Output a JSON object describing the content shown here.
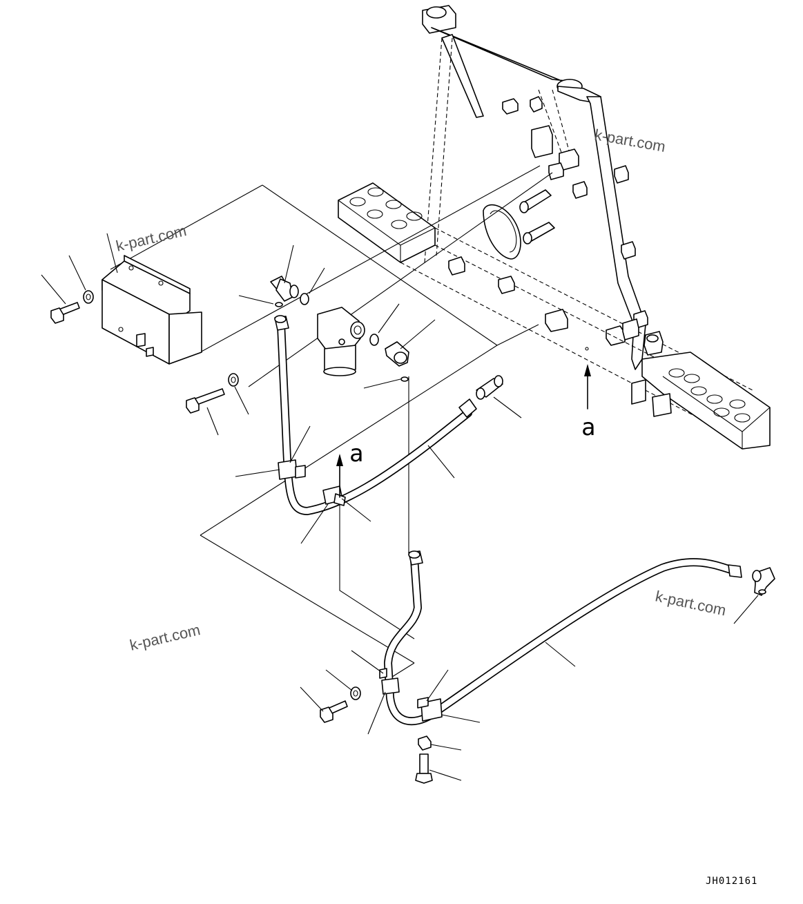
{
  "diagram": {
    "watermarks": [
      "k-part.com",
      "k-part.com",
      "k-part.com",
      "k-part.com"
    ],
    "view_arrow_labels": [
      "a",
      "a"
    ],
    "drawing_code": "JH012161"
  },
  "colors": {
    "line": "#000000",
    "background": "#ffffff",
    "watermark": "#555555"
  }
}
